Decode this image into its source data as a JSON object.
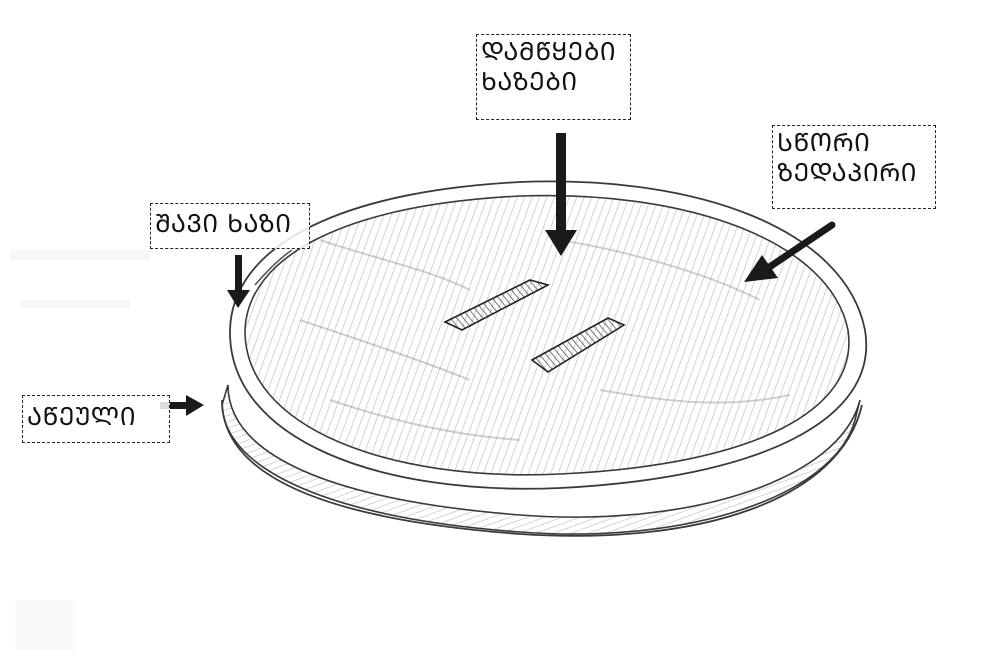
{
  "labels": {
    "dotted_lines": {
      "line1": "ᲓᲐᲛᲬᲧᲔᲑᲘ",
      "line2": "ᲮᲐᲖᲔᲑᲘ"
    },
    "flat_surface": {
      "line1": "ᲡᲬᲝᲠᲘ",
      "line2": "ᲖᲔᲓᲐᲞᲘᲠᲘ"
    },
    "black_line": "ᲨᲐᲕᲘ ᲮᲐᲖᲘ",
    "raised": "ᲐᲬᲔᲣᲚᲘ"
  },
  "colors": {
    "pencil": "#3a3a3a",
    "shade": "#9a9a9a",
    "arrow": "#1a1a1a",
    "background": "#ffffff"
  }
}
